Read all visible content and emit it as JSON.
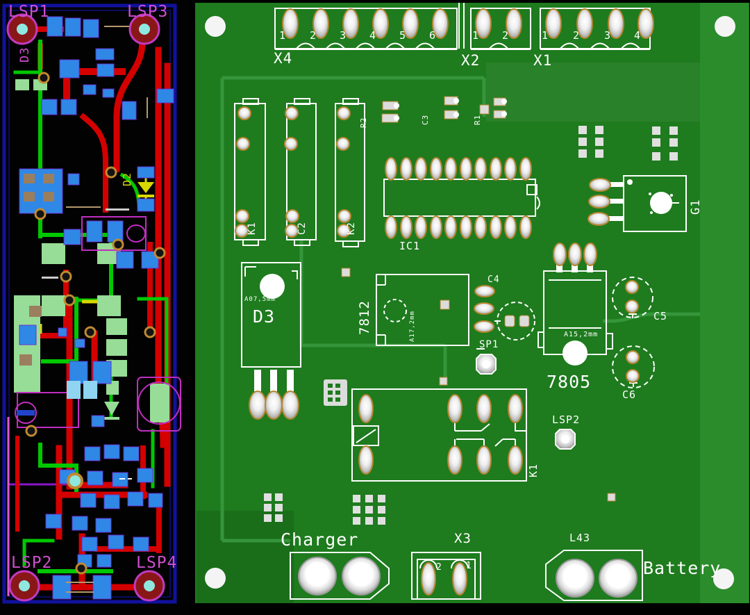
{
  "left_panel": {
    "labels": {
      "lsp1": "LSP1",
      "lsp3": "LSP3",
      "lsp2": "LSP2",
      "lsp4": "LSP4",
      "d3": "D3",
      "d2": "D2"
    }
  },
  "board": {
    "connectors": {
      "x4": {
        "label": "X4",
        "pins": [
          "1",
          "2",
          "3",
          "4",
          "5",
          "6"
        ]
      },
      "x2": {
        "label": "X2",
        "pins": [
          "1",
          "2"
        ]
      },
      "x1": {
        "label": "X1",
        "pins": [
          "1",
          "2",
          "3",
          "4"
        ]
      },
      "x3": {
        "label": "X3",
        "pins": [
          "2",
          "1"
        ]
      }
    },
    "components": {
      "k1": "K1",
      "c2": "C2",
      "k2": "K2",
      "r2": "R2",
      "c3": "C3",
      "r1": "R1",
      "ic1": "IC1",
      "g1": "G1",
      "d3": "D3",
      "d3_note": "A07,5mm",
      "reg12": "7812",
      "reg12_note": "A17,2mm",
      "reg5": "7805",
      "reg5_note": "A15,2mm",
      "c4": "C4",
      "sp1": "SP1",
      "c5": "C5",
      "c6": "C6",
      "lsp2": "LSP2",
      "relay": "K1"
    },
    "labels": {
      "charger": "Charger",
      "battery": "Battery",
      "l43": "L43"
    }
  },
  "colors": {
    "board_green": "#1e7b1e",
    "silkscreen": "#ffffff",
    "trace_red": "#d40000",
    "trace_green": "#00c800",
    "pad_blue": "#2f88e6",
    "label_magenta": "#cf4fcf"
  }
}
